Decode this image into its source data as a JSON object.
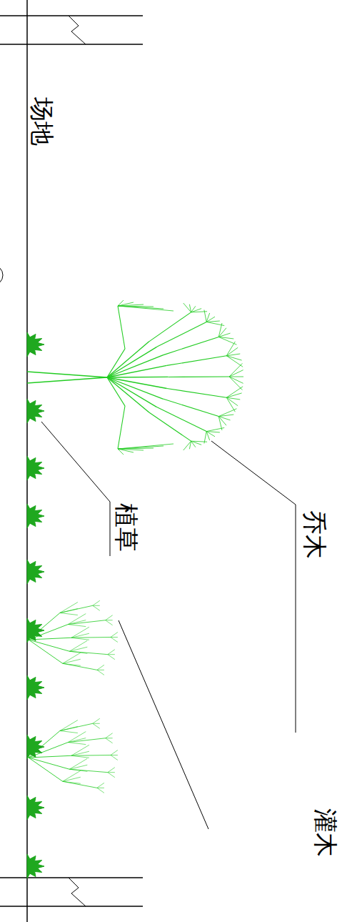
{
  "diagram": {
    "labels": [
      "场地",
      "植草",
      "乔木",
      "灌木"
    ]
  }
}
